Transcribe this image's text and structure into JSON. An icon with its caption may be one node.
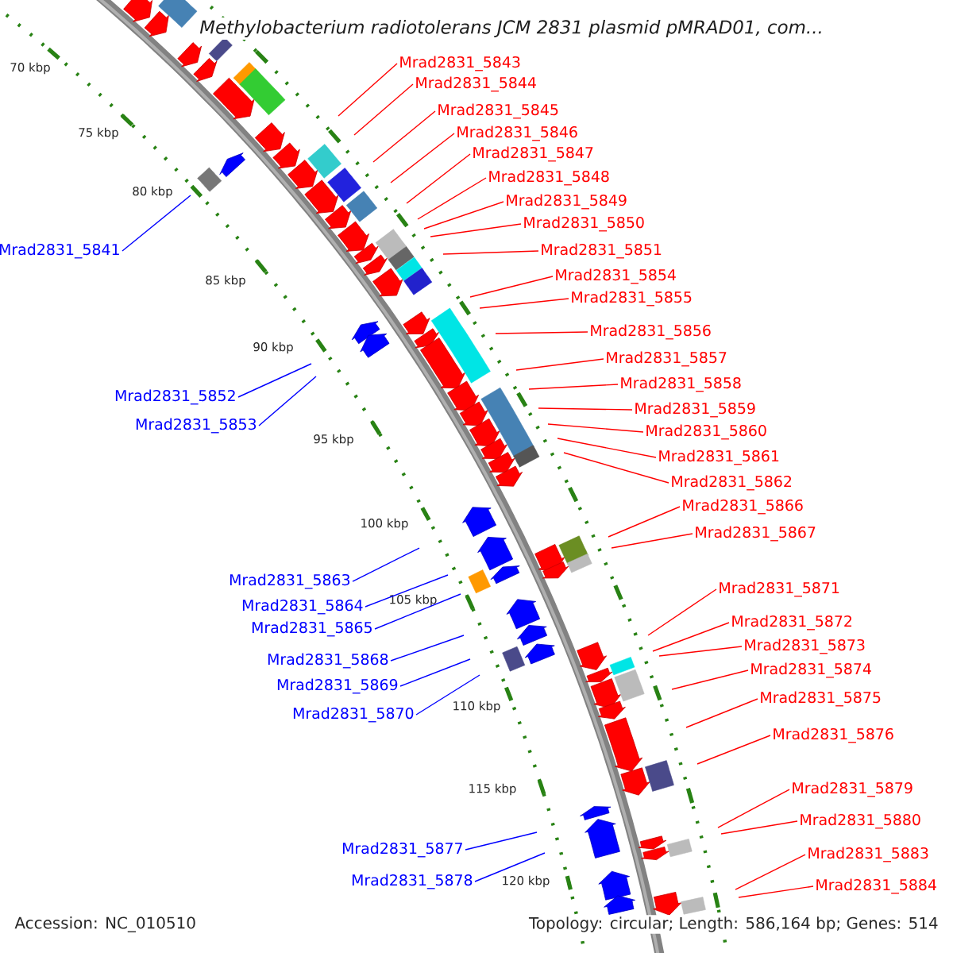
{
  "diagram": {
    "title": "Methylobacterium radiotolerans JCM 2831 plasmid pMRAD01, com...",
    "nodes": [
      {
        "text": [
          "Mrad2831_5843"
        ]
      },
      {
        "text": [
          "Mrad2831_5844"
        ]
      },
      {
        "text": [
          "Mrad2831_5845"
        ]
      },
      {
        "text": [
          "Mrad2831_5846"
        ]
      },
      {
        "text": [
          "Mrad2831_5847"
        ]
      },
      {
        "text": [
          "Mrad2831_5848"
        ]
      },
      {
        "text": [
          "Mrad2831_5849"
        ]
      },
      {
        "text": [
          "Mrad2831_5850"
        ]
      },
      {
        "text": [
          "Mrad2831_5841"
        ]
      },
      {
        "text": [
          "Mrad2831_5851"
        ]
      },
      {
        "text": [
          "Mrad2831_5854"
        ]
      },
      {
        "text": [
          "Mrad2831_5855"
        ]
      },
      {
        "text": [
          "Mrad2831_5856"
        ]
      },
      {
        "text": [
          "Mrad2831_5857"
        ]
      },
      {
        "text": [
          "Mrad2831_5858"
        ]
      },
      {
        "text": [
          "Mrad2831_5852"
        ]
      },
      {
        "text": [
          "Mrad2831_5859"
        ]
      },
      {
        "text": [
          "Mrad2831_5853"
        ]
      },
      {
        "text": [
          "Mrad2831_5860"
        ]
      },
      {
        "text": [
          "Mrad2831_5861"
        ]
      },
      {
        "text": [
          "Mrad2831_5862"
        ]
      },
      {
        "text": [
          "Mrad2831_5866"
        ]
      },
      {
        "text": [
          "Mrad2831_5867"
        ]
      },
      {
        "text": [
          "Mrad2831_5863"
        ]
      },
      {
        "text": [
          "Mrad2831_5871"
        ]
      },
      {
        "text": [
          "Mrad2831_5864"
        ]
      },
      {
        "text": [
          "Mrad2831_5872"
        ]
      },
      {
        "text": [
          "Mrad2831_5865"
        ]
      },
      {
        "text": [
          "Mrad2831_5873"
        ]
      },
      {
        "text": [
          "Mrad2831_5868"
        ]
      },
      {
        "text": [
          "Mrad2831_5874"
        ]
      },
      {
        "text": [
          "Mrad2831_5869"
        ]
      },
      {
        "text": [
          "Mrad2831_5875"
        ]
      },
      {
        "text": [
          "Mrad2831_5870"
        ]
      },
      {
        "text": [
          "Mrad2831_5876"
        ]
      },
      {
        "text": [
          "Mrad2831_5879"
        ]
      },
      {
        "text": [
          "Mrad2831_5880"
        ]
      },
      {
        "text": [
          "Mrad2831_5877"
        ]
      },
      {
        "text": [
          "Mrad2831_5883"
        ]
      },
      {
        "text": [
          "Mrad2831_5878"
        ]
      },
      {
        "text": [
          "Mrad2831_5884"
        ]
      }
    ],
    "edges": [
      {
        "from": 0,
        "to": null,
        "arrow": "none"
      },
      {
        "from": 1,
        "to": null,
        "arrow": "none"
      },
      {
        "from": 2,
        "to": null,
        "arrow": "none"
      },
      {
        "from": 3,
        "to": null,
        "arrow": "none"
      },
      {
        "from": 4,
        "to": null,
        "arrow": "none"
      },
      {
        "from": 5,
        "to": null,
        "arrow": "none"
      },
      {
        "from": 6,
        "to": null,
        "arrow": "none"
      },
      {
        "from": 7,
        "to": null,
        "arrow": "none"
      },
      {
        "from": 8,
        "to": null,
        "arrow": "none",
        "color": "#0000ff"
      },
      {
        "from": 9,
        "to": null,
        "arrow": "none"
      },
      {
        "from": 10,
        "to": null,
        "arrow": "none"
      },
      {
        "from": 11,
        "to": null,
        "arrow": "none"
      },
      {
        "from": 12,
        "to": null,
        "arrow": "none"
      },
      {
        "from": 13,
        "to": null,
        "arrow": "none"
      },
      {
        "from": 14,
        "to": null,
        "arrow": "none"
      },
      {
        "from": 15,
        "to": null,
        "arrow": "none",
        "color": "#0000ff"
      },
      {
        "from": 16,
        "to": null,
        "arrow": "none"
      },
      {
        "from": 17,
        "to": null,
        "arrow": "none",
        "color": "#0000ff"
      },
      {
        "from": 18,
        "to": null,
        "arrow": "none"
      },
      {
        "from": 19,
        "to": null,
        "arrow": "none"
      },
      {
        "from": 20,
        "to": null,
        "arrow": "none"
      },
      {
        "from": 21,
        "to": null,
        "arrow": "none"
      },
      {
        "from": 22,
        "to": null,
        "arrow": "none"
      },
      {
        "from": 23,
        "to": null,
        "arrow": "none",
        "color": "#0000ff"
      },
      {
        "from": 24,
        "to": null,
        "arrow": "none"
      },
      {
        "from": 25,
        "to": null,
        "arrow": "none",
        "color": "#0000ff"
      },
      {
        "from": 26,
        "to": null,
        "arrow": "none"
      },
      {
        "from": 27,
        "to": null,
        "arrow": "none",
        "color": "#0000ff"
      },
      {
        "from": 28,
        "to": null,
        "arrow": "none"
      },
      {
        "from": 29,
        "to": null,
        "arrow": "none",
        "color": "#0000ff"
      },
      {
        "from": 30,
        "to": null,
        "arrow": "none"
      },
      {
        "from": 31,
        "to": null,
        "arrow": "none",
        "color": "#0000ff"
      },
      {
        "from": 32,
        "to": null,
        "arrow": "none"
      },
      {
        "from": 33,
        "to": null,
        "arrow": "none",
        "color": "#0000ff"
      },
      {
        "from": 34,
        "to": null,
        "arrow": "none"
      },
      {
        "from": 35,
        "to": null,
        "arrow": "none"
      },
      {
        "from": 36,
        "to": null,
        "arrow": "none"
      },
      {
        "from": 37,
        "to": null,
        "arrow": "none",
        "color": "#0000ff"
      },
      {
        "from": 38,
        "to": null,
        "arrow": "none"
      },
      {
        "from": 39,
        "to": null,
        "arrow": "none",
        "color": "#0000ff"
      },
      {
        "from": 40,
        "to": null,
        "arrow": "none"
      }
    ],
    "labels": [
      "70 kbp",
      "75 kbp",
      "80 kbp",
      "85 kbp",
      "90 kbp",
      "95 kbp",
      "100 kbp",
      "105 kbp",
      "110 kbp",
      "115 kbp",
      "120 kbp",
      "Accession: NC_010510",
      "Topology: circular; Length: 586,164 bp; Genes: 514"
    ]
  }
}
